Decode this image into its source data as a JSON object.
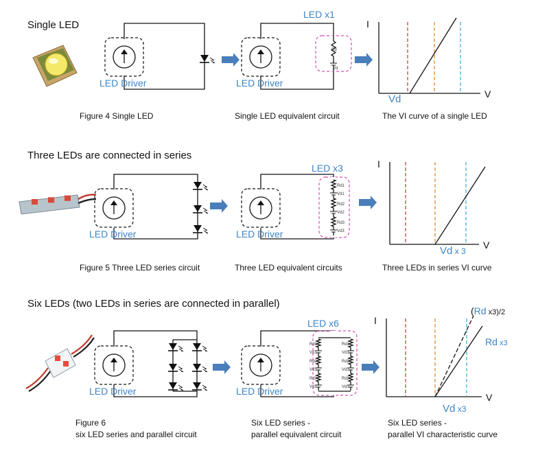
{
  "sections": [
    {
      "heading": "Single LED",
      "caption_circuit": [
        "Figure 4  Single LED"
      ],
      "caption_equiv": [
        "Single LED equivalent circuit"
      ],
      "caption_curve": [
        "The VI curve of a single LED"
      ],
      "led_count_label": "LED x1",
      "driver_label": "LED Driver",
      "component_labels": [
        "Rd",
        "Vd"
      ],
      "axis_y": "I",
      "axis_x": "V",
      "x_marker_main": "Vd",
      "x_marker_sub": ""
    },
    {
      "heading": "Three LEDs are connected in series",
      "caption_circuit": [
        "Figure 5  Three LED series circuit"
      ],
      "caption_equiv": [
        "Three LED equivalent circuits"
      ],
      "caption_curve": [
        "Three LEDs in series VI curve"
      ],
      "led_count_label": "LED x3",
      "driver_label": "LED Driver",
      "component_labels": [
        "Rd1",
        "Vd1",
        "Rd2",
        "Vd2",
        "Rd3",
        "Vd3"
      ],
      "axis_y": "I",
      "axis_x": "V",
      "x_marker_main": "Vd",
      "x_marker_sub": "x 3"
    },
    {
      "heading": "Six LEDs (two LEDs in series are connected in parallel)",
      "caption_circuit": [
        "Figure 6",
        "six LED series and parallel circuit"
      ],
      "caption_equiv": [
        "Six LED series -",
        "parallel equivalent circuit"
      ],
      "caption_curve": [
        "Six LED series -",
        "parallel VI characteristic curve"
      ],
      "led_count_label": "LED x6",
      "driver_label": "LED Driver",
      "component_labels": [
        "Rd1",
        "Vd1",
        "Rd2",
        "Vd2",
        "Rd3",
        "Vd3"
      ],
      "axis_y": "I",
      "axis_x": "V",
      "x_marker_main": "Vd",
      "x_marker_sub": "x3",
      "slope_labels": [
        {
          "open": "(",
          "main": "Rd",
          "sub": " x3)/2"
        },
        {
          "open": "",
          "main": "Rd",
          "sub": " x3"
        }
      ]
    }
  ],
  "colors": {
    "accent_blue": "#3d85c6",
    "marker_red": "#c0392b",
    "marker_orange": "#e67e22",
    "marker_cyan": "#3aa7d8",
    "equiv_box": "#d050b0",
    "arrow_fill": "#4a7ebb"
  }
}
